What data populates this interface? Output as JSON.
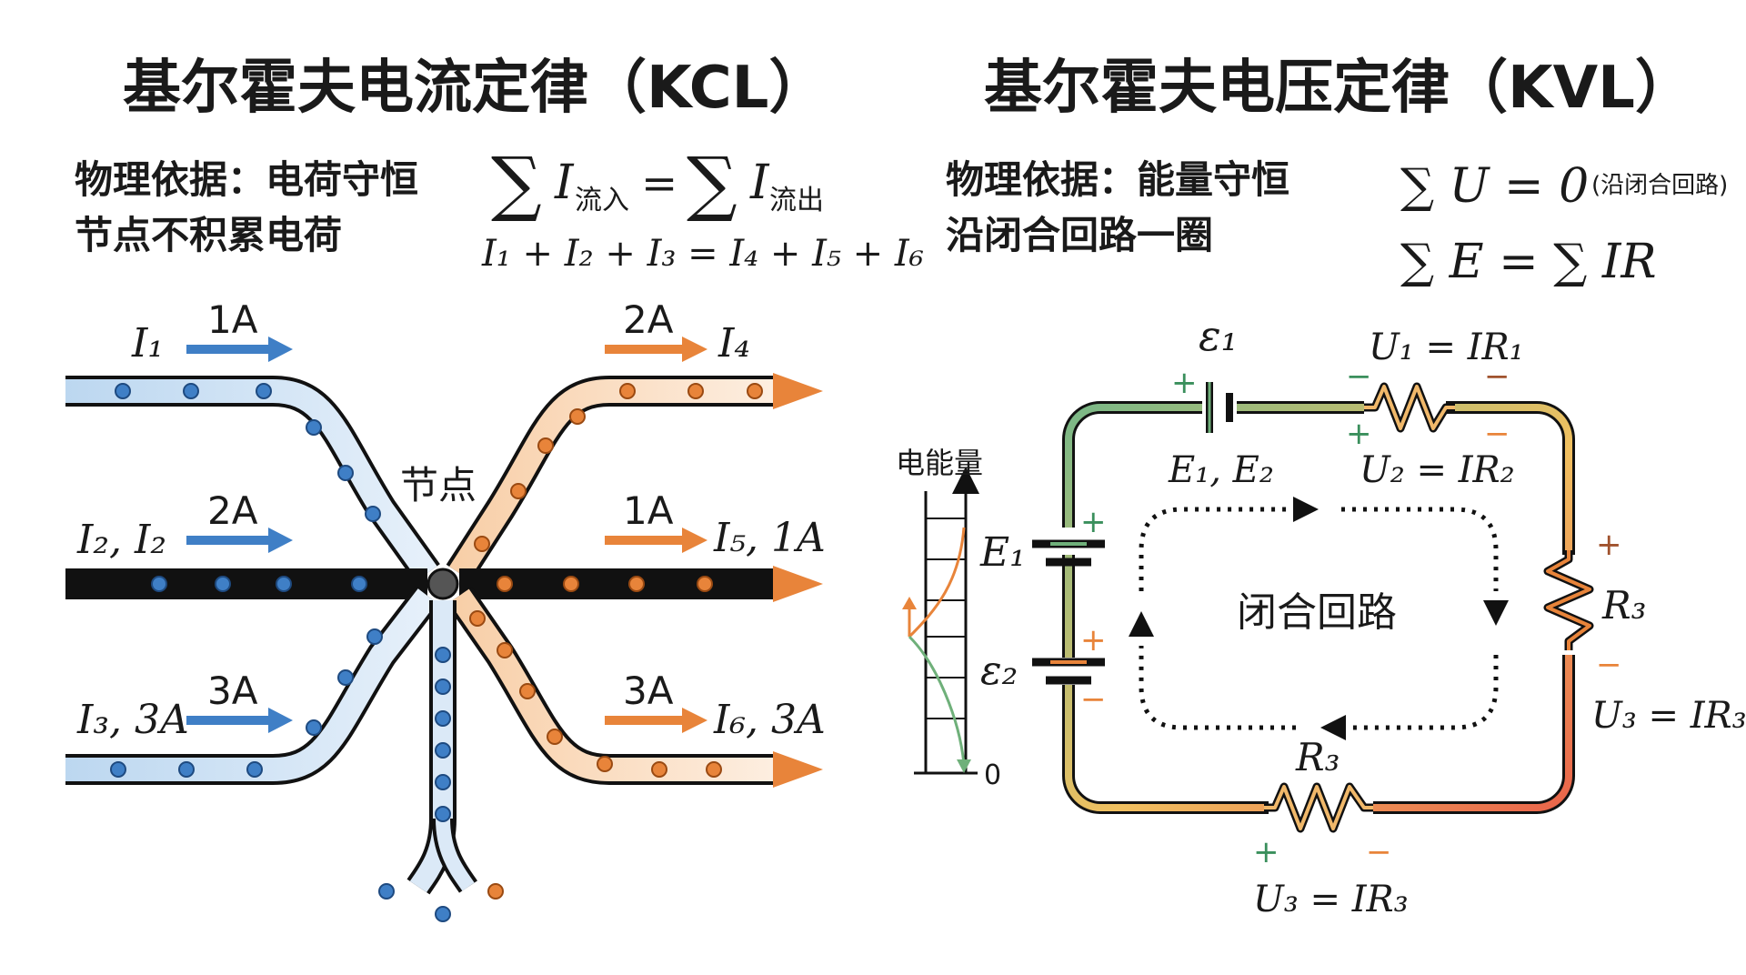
{
  "kcl": {
    "title": "基尔霍夫电流定律（KCL）",
    "basis_line1": "物理依据：电荷守恒",
    "basis_line2": "节点不积累电荷",
    "formula_sum_in": "I",
    "formula_sub_in": "流入",
    "formula_sum_out": "I",
    "formula_sub_out": "流出",
    "formula_eq": "=",
    "formula2": "I₁ + I₂ + I₃ = I₄ + I₅ + I₆",
    "node_label": "节点",
    "inputs": [
      {
        "label": "I₁",
        "value": "1A"
      },
      {
        "label": "I₂, I₂",
        "value": "2A"
      },
      {
        "label": "I₃, 3A",
        "value": "3A"
      }
    ],
    "outputs": [
      {
        "label": "I₄",
        "value": "2A"
      },
      {
        "label": "I₅, 1A",
        "value": "1A"
      },
      {
        "label": "I₆, 3A",
        "value": "3A"
      }
    ]
  },
  "kvl": {
    "title": "基尔霍夫电压定律（KVL）",
    "basis_line1": "物理依据：能量守恒",
    "basis_line2": "沿闭合回路一圈",
    "formula1": "∑ U = 0",
    "formula1_note": "(沿闭合回路)",
    "formula2": "∑ E = ∑ IR",
    "energy_axis_label": "电能量",
    "energy_axis_zero": "0",
    "loop_label": "闭合回路",
    "emf1": "ε₁",
    "emf2_label": "E₁, E₂",
    "u1": "U₁ = IR₁",
    "u2": "U₂ = IR₂",
    "u3_right": "U₃ = IR₃",
    "u3_bottom": "U₃ = IR₃",
    "r3_right": "R₃",
    "r3_bottom": "R₃",
    "e1_left": "E₁",
    "e2_left": "ε₂",
    "plus": "+",
    "minus": "−"
  },
  "colors": {
    "blue": "#3f7fc6",
    "blue_light": "#cfe3f5",
    "orange": "#e8843a",
    "orange_light": "#fbd9bc",
    "green": "#6fb07a",
    "wire": "#111111"
  }
}
